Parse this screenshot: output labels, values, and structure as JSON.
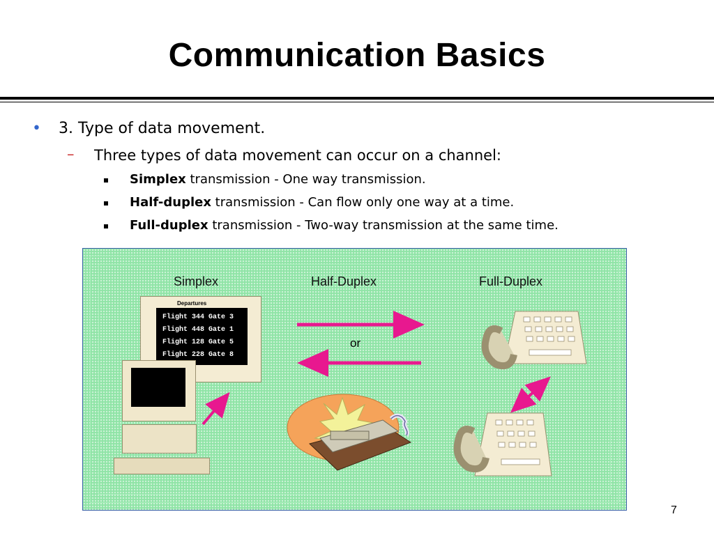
{
  "slide": {
    "title": "Communication Basics",
    "page_number": "7"
  },
  "content": {
    "level1": {
      "text": "3. Type of data movement."
    },
    "level2": {
      "text": "Three types of data movement can occur on a channel:"
    },
    "level3": [
      {
        "term": "Simplex",
        "rest": " transmission - One way transmission."
      },
      {
        "term": "Half-duplex",
        "rest": " transmission - Can flow only one way at a time."
      },
      {
        "term": "Full-duplex",
        "rest": " transmission - Two-way transmission at the same time."
      }
    ]
  },
  "figure": {
    "labels": {
      "simplex": "Simplex",
      "half_duplex": "Half-Duplex",
      "full_duplex": "Full-Duplex",
      "or": "or"
    },
    "display_board": {
      "header": "Departures",
      "lines": [
        "Flight 344 Gate 3",
        "Flight 448 Gate 1",
        "Flight 128 Gate 5",
        "Flight 228 Gate 8"
      ]
    },
    "arrow_color": "#e8188f"
  },
  "colors": {
    "level1_bullet": "#3366cc",
    "level2_bullet": "#cc3333",
    "figure_bg": "#8fe4a6",
    "figure_border": "#3a5fa8"
  }
}
